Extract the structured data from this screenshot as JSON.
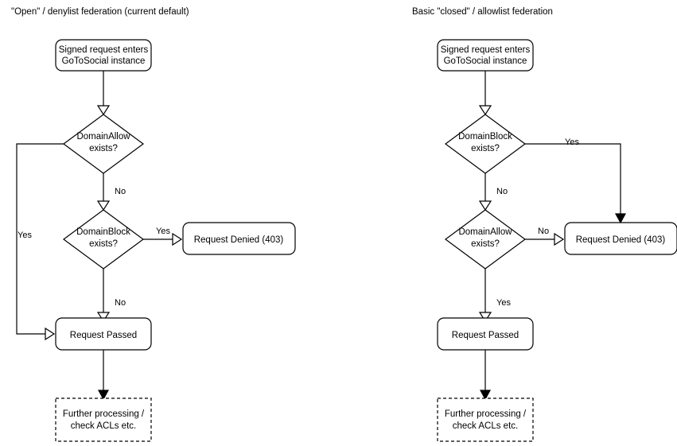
{
  "diagram": {
    "kind": "flowchart",
    "background_color": "#ffffff",
    "stroke_color": "#000000",
    "text_color": "#000000",
    "panels": [
      {
        "id": "denylist",
        "title": "\"Open\" / denylist federation (current default)",
        "nodes": {
          "start": {
            "label_line1": "Signed request enters",
            "label_line2": "GoToSocial instance",
            "shape": "rounded-rect"
          },
          "decision1": {
            "label_line1": "DomainAllow",
            "label_line2": "exists?",
            "shape": "diamond"
          },
          "decision2": {
            "label_line1": "DomainBlock",
            "label_line2": "exists?",
            "shape": "diamond"
          },
          "denied": {
            "label": "Request Denied (403)",
            "shape": "rounded-rect"
          },
          "passed": {
            "label": "Request Passed",
            "shape": "rounded-rect"
          },
          "further": {
            "label_line1": "Further processing /",
            "label_line2": "check ACLs etc.",
            "shape": "dashed-rect"
          }
        },
        "edge_labels": {
          "decision1_yes": "Yes",
          "decision1_no": "No",
          "decision2_yes": "Yes",
          "decision2_no": "No"
        }
      },
      {
        "id": "allowlist",
        "title": "Basic \"closed\" / allowlist federation",
        "nodes": {
          "start": {
            "label_line1": "Signed request enters",
            "label_line2": "GoToSocial instance",
            "shape": "rounded-rect"
          },
          "decision1": {
            "label_line1": "DomainBlock",
            "label_line2": "exists?",
            "shape": "diamond"
          },
          "decision2": {
            "label_line1": "DomainAllow",
            "label_line2": "exists?",
            "shape": "diamond"
          },
          "denied": {
            "label": "Request Denied (403)",
            "shape": "rounded-rect"
          },
          "passed": {
            "label": "Request Passed",
            "shape": "rounded-rect"
          },
          "further": {
            "label_line1": "Further processing /",
            "label_line2": "check ACLs etc.",
            "shape": "dashed-rect"
          }
        },
        "edge_labels": {
          "decision1_yes": "Yes",
          "decision1_no": "No",
          "decision2_no": "No",
          "decision2_yes": "Yes"
        }
      }
    ]
  }
}
